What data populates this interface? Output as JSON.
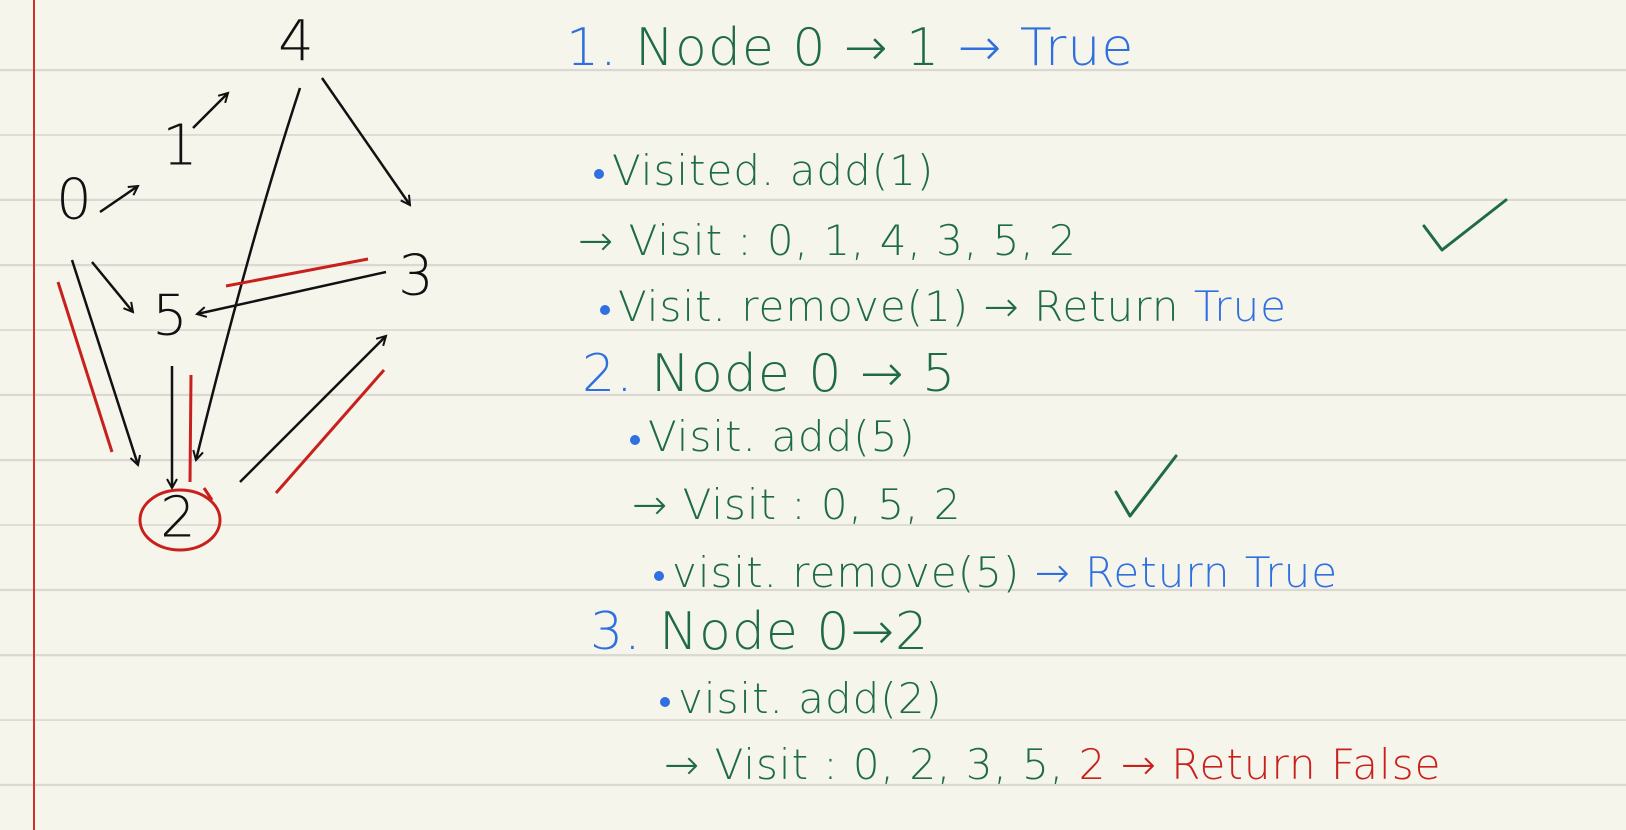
{
  "graph": {
    "nodes": [
      {
        "id": "n0",
        "label": "0"
      },
      {
        "id": "n1",
        "label": "1"
      },
      {
        "id": "n2",
        "label": "2"
      },
      {
        "id": "n3",
        "label": "3"
      },
      {
        "id": "n4",
        "label": "4"
      },
      {
        "id": "n5",
        "label": "5"
      }
    ],
    "edges": [
      {
        "from": "0",
        "to": "1"
      },
      {
        "from": "1",
        "to": "4"
      },
      {
        "from": "4",
        "to": "3"
      },
      {
        "from": "4",
        "to": "2"
      },
      {
        "from": "0",
        "to": "5"
      },
      {
        "from": "0",
        "to": "2"
      },
      {
        "from": "3",
        "to": "5"
      },
      {
        "from": "5",
        "to": "2"
      },
      {
        "from": "2",
        "to": "3"
      }
    ],
    "highlighted_node": "2",
    "highlighted_edges": [
      "0-2",
      "5-2",
      "2-3",
      "3-5"
    ]
  },
  "notes": {
    "step1": {
      "number": "1.",
      "title": "Node 0",
      "arrow1": "→",
      "target": "1",
      "arrow2": "→",
      "result": "True",
      "add": "Visited. add(1)",
      "visit_prefix": "→",
      "visit": "Visit : 0, 1, 4, 3, 5, 2",
      "remove": "Visit. remove(1) → Return",
      "remove_result": "True"
    },
    "step2": {
      "number": "2.",
      "title": "Node 0 → 5",
      "add": "Visit. add(5)",
      "visit_prefix": "→",
      "visit": "Visit : 0, 5, 2",
      "remove": "visit. remove(5)",
      "remove_tail": "→ Return True"
    },
    "step3": {
      "number": "3.",
      "title": "Node 0→2",
      "add": "visit. add(2)",
      "visit_prefix": "→",
      "visit": "Visit : 0, 2, 3, 5,",
      "visit_last": "2",
      "result": "→ Return False"
    }
  },
  "colors": {
    "paper": "#f6f5ec",
    "rule_line": "#d9d8d2",
    "margin_line": "#d0312d",
    "ink_black": "#111111",
    "ink_green": "#1f6b48",
    "ink_blue": "#2f6fe0",
    "ink_red": "#c8201d"
  }
}
